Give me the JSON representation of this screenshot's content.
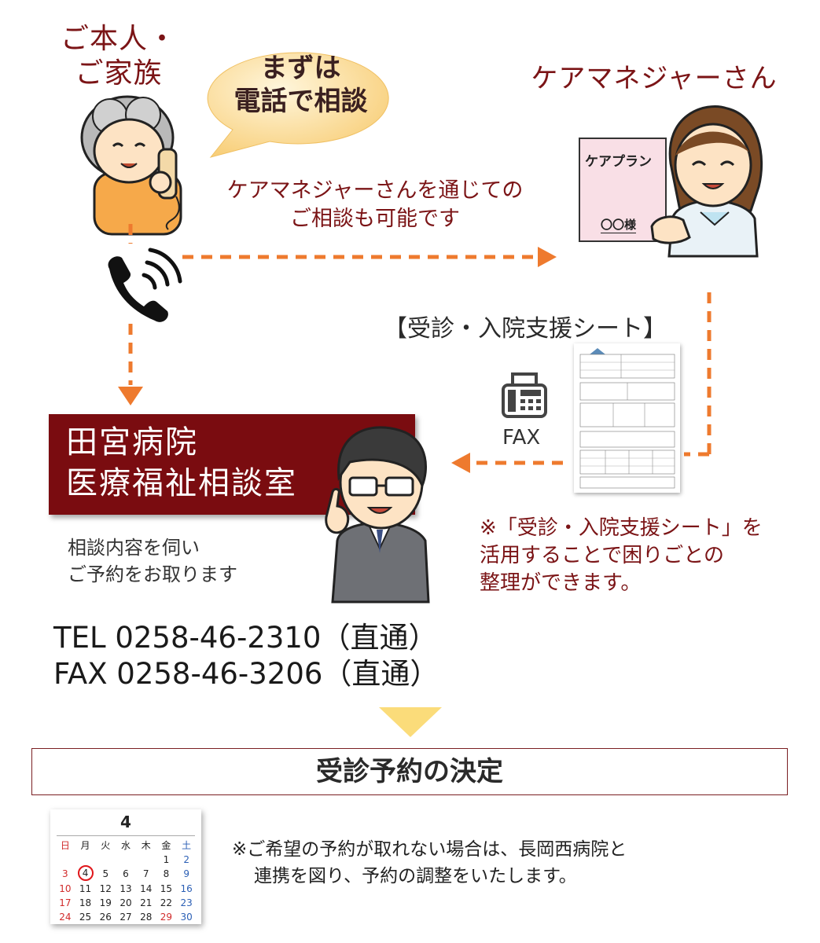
{
  "patient": {
    "label_line1": "ご本人・",
    "label_line2": "ご家族"
  },
  "bubble": {
    "line1": "まずは",
    "line2": "電話で相談"
  },
  "care_manager": {
    "label": "ケアマネジャーさん"
  },
  "care_plan_doc": {
    "title": "ケアプラン",
    "name": "〇〇様"
  },
  "via_note": {
    "line1": "ケアマネジャーさんを通じての",
    "line2": "ご相談も可能です"
  },
  "sheet": {
    "title": "【受診・入院支援シート】"
  },
  "fax": {
    "label": "FAX"
  },
  "hospital": {
    "line1": "田宮病院",
    "line2": "医療福祉相談室"
  },
  "consult_note": {
    "line1": "相談内容を伺い",
    "line2": "ご予約をお取ります"
  },
  "sheet_note": {
    "line1": "※「受診・入院支援シート」を",
    "line2": "活用することで困りごとの",
    "line3": "整理ができます。"
  },
  "contact": {
    "tel": "TEL 0258-46-2310（直通）",
    "fax": "FAX 0258-46-3206（直通）"
  },
  "decision": {
    "label": "受診予約の決定"
  },
  "calendar": {
    "month": "4",
    "weekdays": [
      "日",
      "月",
      "火",
      "水",
      "木",
      "金",
      "土"
    ],
    "circled_day": "4",
    "weeks": [
      [
        "",
        "",
        "",
        "",
        "",
        "1",
        "2"
      ],
      [
        "3",
        "4",
        "5",
        "6",
        "7",
        "8",
        "9"
      ],
      [
        "10",
        "11",
        "12",
        "13",
        "14",
        "15",
        "16"
      ],
      [
        "17",
        "18",
        "19",
        "20",
        "21",
        "22",
        "23"
      ],
      [
        "24",
        "25",
        "26",
        "27",
        "28",
        "29",
        "30"
      ]
    ]
  },
  "closing_note": {
    "line1": "※ご希望の予約が取れない場合は、長岡西病院と",
    "line2": "連携を図り、予約の調整をいたします。"
  },
  "colors": {
    "maroon": "#7b1416",
    "banner": "#7a0c10",
    "arrow": "#ee7a2e",
    "bubble": "#fbdc9a",
    "circle": "#e0161a"
  }
}
